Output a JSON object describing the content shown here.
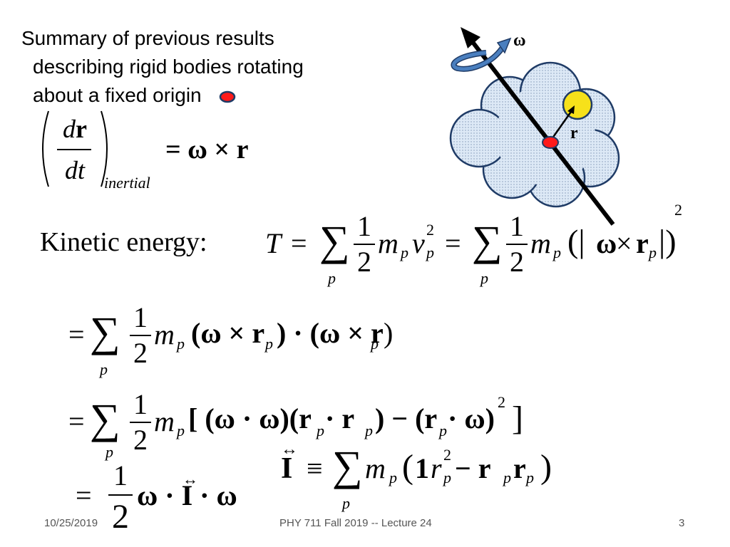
{
  "summary": {
    "line1": "Summary of previous results",
    "line2": "describing rigid bodies rotating",
    "line3": "about a fixed origin"
  },
  "velocity_eq": {
    "d": "d",
    "r": "r",
    "dt": "dt",
    "sub": "inertial",
    "rhs": "= ω × r"
  },
  "diagram": {
    "omega_label": "ω",
    "r_label": "r"
  },
  "kinetic": {
    "label": "Kinetic energy:",
    "T": "T",
    "eq": "=",
    "sum": "∑",
    "p": "p",
    "one": "1",
    "two": "2",
    "m": "m",
    "v": "v",
    "sq": "2",
    "inner_left": "(|",
    "omega": "ω",
    "times": "×",
    "r": "r",
    "inner_right": "|)"
  },
  "line2": {
    "eq": "=",
    "sum": "∑",
    "p": "p",
    "one": "1",
    "two": "2",
    "m": "m",
    "body": "(ω × r",
    "dot": ") · (ω × r",
    "close": ")"
  },
  "line3": {
    "eq": "=",
    "sum": "∑",
    "p": "p",
    "one": "1",
    "two": "2",
    "m": "m",
    "open": "[ (ω · ω)(r",
    "mid": " · r",
    "minus": ") − (r",
    "dotw": " · ω)",
    "sq": "2",
    "close": "]"
  },
  "line4": {
    "eq": "=",
    "one": "1",
    "two": "2",
    "body": "ω · I · ω"
  },
  "inertia": {
    "I": "I",
    "equiv": "≡",
    "sum": "∑",
    "p": "p",
    "m": "m",
    "open": "(",
    "unit": "1",
    "r": "r",
    "sq": "2",
    "minus": " − r",
    "rr": "r",
    "close": ")"
  },
  "footer": {
    "date": "10/25/2019",
    "course": "PHY 711  Fall 2019 -- Lecture 24",
    "page": "3"
  },
  "colors": {
    "cloud_fill": "#dde9f6",
    "origin_dot": "#ff1a1a",
    "particle": "#f7e11a",
    "rotation_arrow": "#4a7fbf"
  }
}
